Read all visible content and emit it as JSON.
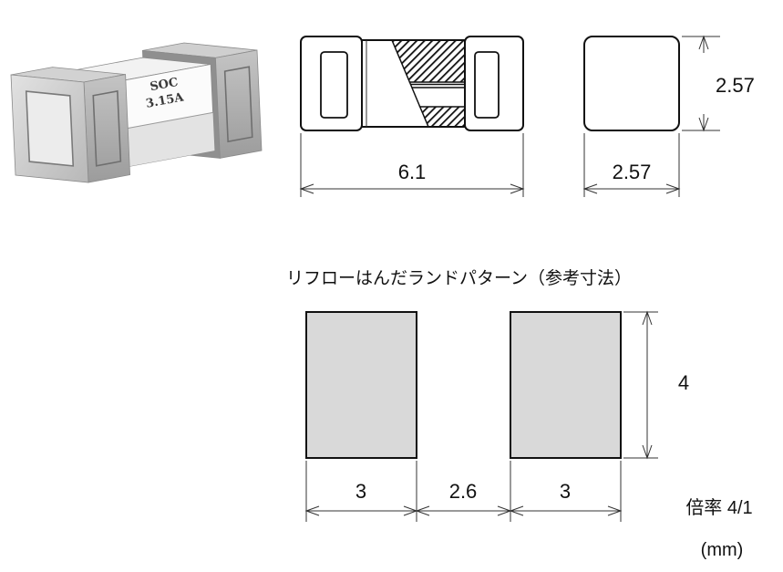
{
  "product_photo": {
    "marking_line1": "SOC",
    "marking_line2": "3.15A"
  },
  "side_view": {
    "length": "6.1"
  },
  "end_view": {
    "height": "2.57",
    "width": "2.57"
  },
  "land_pattern": {
    "title": "リフローはんだランドパターン（参考寸法）",
    "pad_height": "4",
    "pad_width_left": "3",
    "pad_gap": "2.6",
    "pad_width_right": "3"
  },
  "notes": {
    "scale": "倍率 4/1",
    "unit": "(mm)"
  }
}
